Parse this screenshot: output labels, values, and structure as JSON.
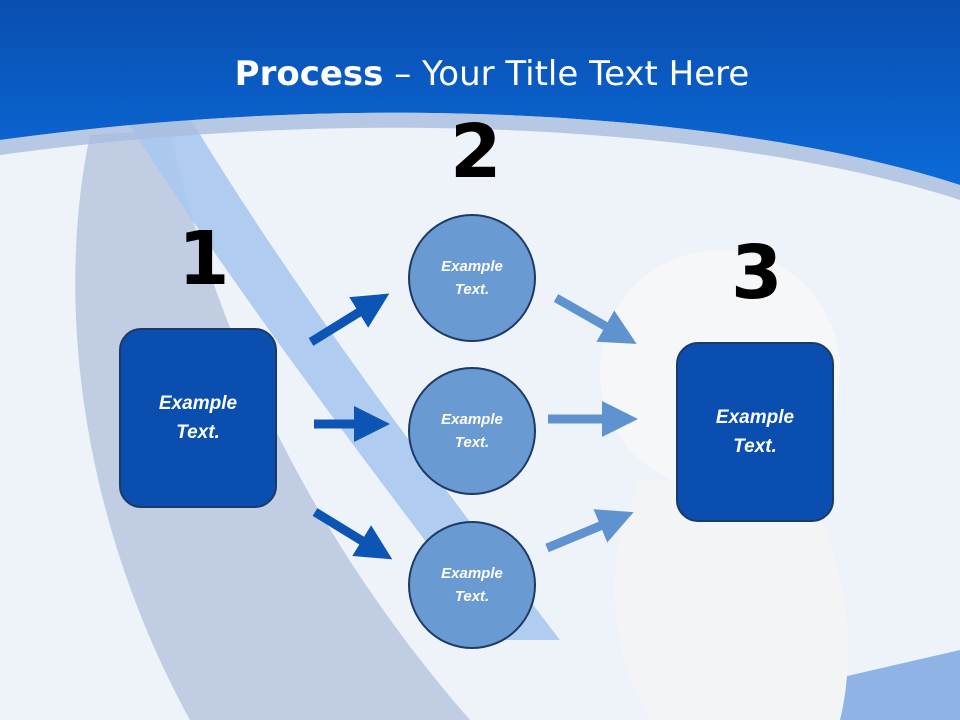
{
  "slide": {
    "title_bold": "Process",
    "title_dash": " – ",
    "title_rest": "Your Title Text Here"
  },
  "steps": [
    {
      "number": "1",
      "label": "Example Text."
    },
    {
      "number": "2",
      "items": [
        "Example Text.",
        "Example Text.",
        "Example Text."
      ]
    },
    {
      "number": "3",
      "label": "Example Text."
    }
  ],
  "colors": {
    "header_blue": "#0a5bc8",
    "box_blue": "#0a4fb0",
    "circle_blue": "#6a9ad2",
    "arrow_dark": "#0d55b5",
    "arrow_light": "#5e93d0"
  }
}
